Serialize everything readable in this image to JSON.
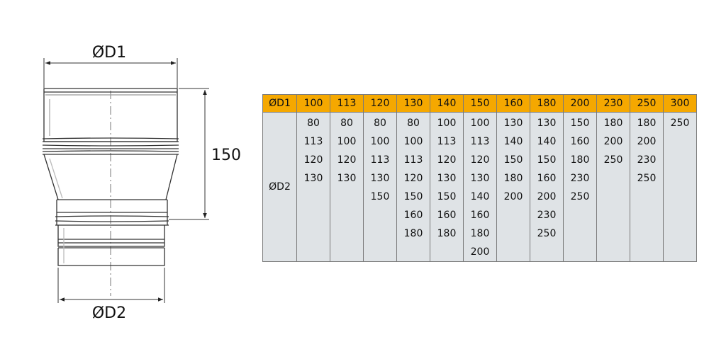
{
  "drawing": {
    "top_diameter_label": "ØD1",
    "bottom_diameter_label": "ØD2",
    "height_label": "150"
  },
  "table": {
    "header_label": "ØD1",
    "row_label": "ØD2",
    "columns": [
      {
        "d1": "100",
        "d2": [
          "80",
          "113",
          "120",
          "130"
        ]
      },
      {
        "d1": "113",
        "d2": [
          "80",
          "100",
          "120",
          "130"
        ]
      },
      {
        "d1": "120",
        "d2": [
          "80",
          "100",
          "113",
          "130",
          "150"
        ]
      },
      {
        "d1": "130",
        "d2": [
          "80",
          "100",
          "113",
          "120",
          "150",
          "160",
          "180"
        ]
      },
      {
        "d1": "140",
        "d2": [
          "100",
          "113",
          "120",
          "130",
          "150",
          "160",
          "180"
        ]
      },
      {
        "d1": "150",
        "d2": [
          "100",
          "113",
          "120",
          "130",
          "140",
          "160",
          "180",
          "200"
        ]
      },
      {
        "d1": "160",
        "d2": [
          "130",
          "140",
          "150",
          "180",
          "200"
        ]
      },
      {
        "d1": "180",
        "d2": [
          "130",
          "140",
          "150",
          "160",
          "200",
          "230",
          "250"
        ]
      },
      {
        "d1": "200",
        "d2": [
          "150",
          "160",
          "180",
          "230",
          "250"
        ]
      },
      {
        "d1": "230",
        "d2": [
          "180",
          "200",
          "250"
        ]
      },
      {
        "d1": "250",
        "d2": [
          "180",
          "200",
          "230",
          "250"
        ]
      },
      {
        "d1": "300",
        "d2": [
          "250"
        ]
      }
    ]
  }
}
